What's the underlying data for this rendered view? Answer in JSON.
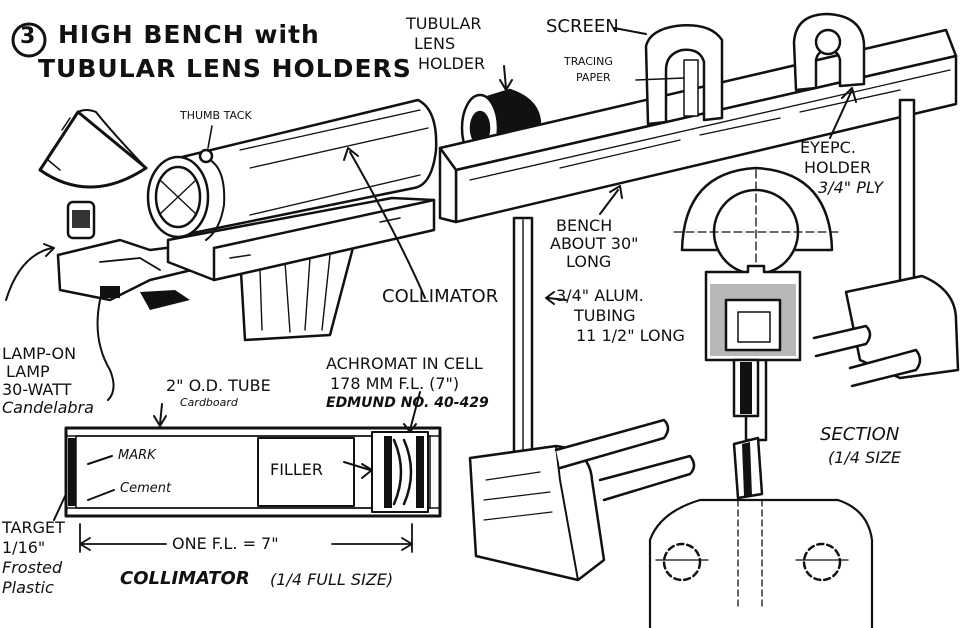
{
  "title": {
    "number": "3",
    "line1": "HIGH BENCH with",
    "line2": "TUBULAR LENS HOLDERS"
  },
  "labels": {
    "thumb_tack": "THUMB TACK",
    "tubular_lens_holder": [
      "TUBULAR",
      "LENS",
      "HOLDER"
    ],
    "screen": "SCREEN",
    "tracing_paper": [
      "TRACING",
      "PAPER"
    ],
    "eyepc_holder": [
      "EYEPC.",
      "HOLDER",
      "3/4\" PLY"
    ],
    "bench": [
      "BENCH",
      "ABOUT 30\"",
      "LONG"
    ],
    "collimator": "COLLIMATOR",
    "alum_tubing": [
      "3/4\" ALUM.",
      "TUBING",
      "11 1/2\" LONG"
    ],
    "lamp": [
      "LAMP-ON",
      "LAMP",
      "30-WATT",
      "Candelabra"
    ],
    "tube_spec": [
      "2\" O.D. TUBE",
      "Cardboard"
    ],
    "achromat": [
      "ACHROMAT IN CELL",
      "178 MM F.L. (7\")",
      "EDMUND NO. 40-429"
    ],
    "mark": "MARK",
    "cement": "Cement",
    "filler": "FILLER",
    "target": [
      "TARGET",
      "1/16\"",
      "Frosted",
      "Plastic"
    ],
    "one_fl": "ONE F.L. = 7\"",
    "collimator_caption": "COLLIMATOR",
    "collimator_scale": "(1/4 FULL SIZE)",
    "section": "SECTION",
    "section_scale": "(1/4 SIZE"
  },
  "colors": {
    "ink": "#111111",
    "paper": "#ffffff"
  }
}
